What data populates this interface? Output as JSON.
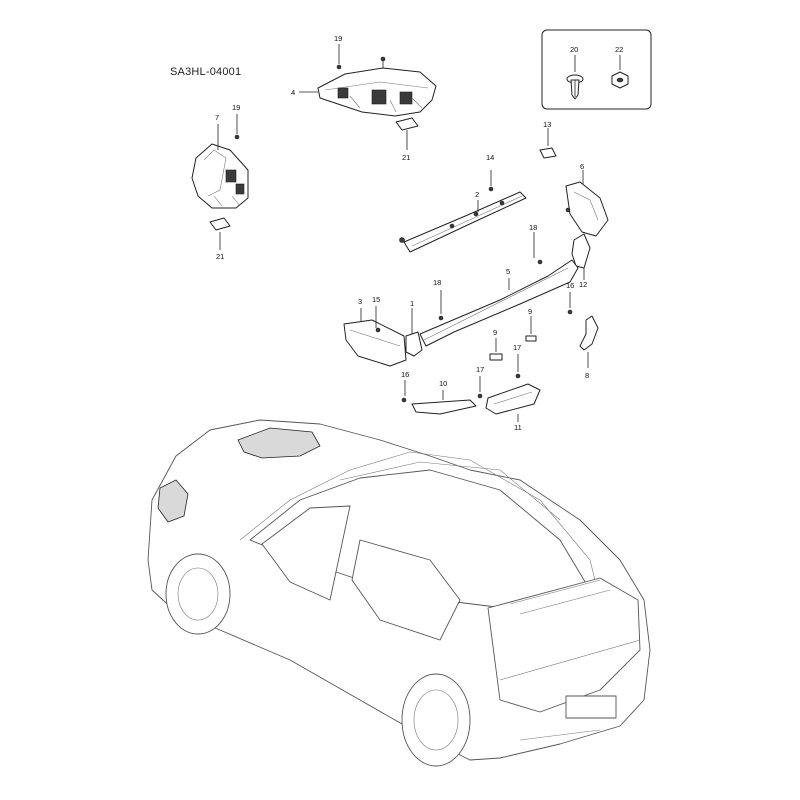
{
  "diagram": {
    "code": "SA3HL-04001",
    "callouts": [
      {
        "id": "c19a",
        "label": "19"
      },
      {
        "id": "c4",
        "label": "4"
      },
      {
        "id": "c21a",
        "label": "21"
      },
      {
        "id": "c19b",
        "label": "19"
      },
      {
        "id": "c7",
        "label": "7"
      },
      {
        "id": "c21b",
        "label": "21"
      },
      {
        "id": "c20",
        "label": "20"
      },
      {
        "id": "c22",
        "label": "22"
      },
      {
        "id": "c13",
        "label": "13"
      },
      {
        "id": "c14",
        "label": "14"
      },
      {
        "id": "c2",
        "label": "2"
      },
      {
        "id": "c6",
        "label": "6"
      },
      {
        "id": "c18a",
        "label": "18"
      },
      {
        "id": "c5",
        "label": "5"
      },
      {
        "id": "c12",
        "label": "12"
      },
      {
        "id": "c18b",
        "label": "18"
      },
      {
        "id": "c3",
        "label": "3"
      },
      {
        "id": "c15",
        "label": "15"
      },
      {
        "id": "c1",
        "label": "1"
      },
      {
        "id": "c9a",
        "label": "9"
      },
      {
        "id": "c9b",
        "label": "9"
      },
      {
        "id": "c16a",
        "label": "16"
      },
      {
        "id": "c8",
        "label": "8"
      },
      {
        "id": "c17a",
        "label": "17"
      },
      {
        "id": "c16b",
        "label": "16"
      },
      {
        "id": "c10",
        "label": "10"
      },
      {
        "id": "c17b",
        "label": "17"
      },
      {
        "id": "c11",
        "label": "11"
      }
    ]
  }
}
